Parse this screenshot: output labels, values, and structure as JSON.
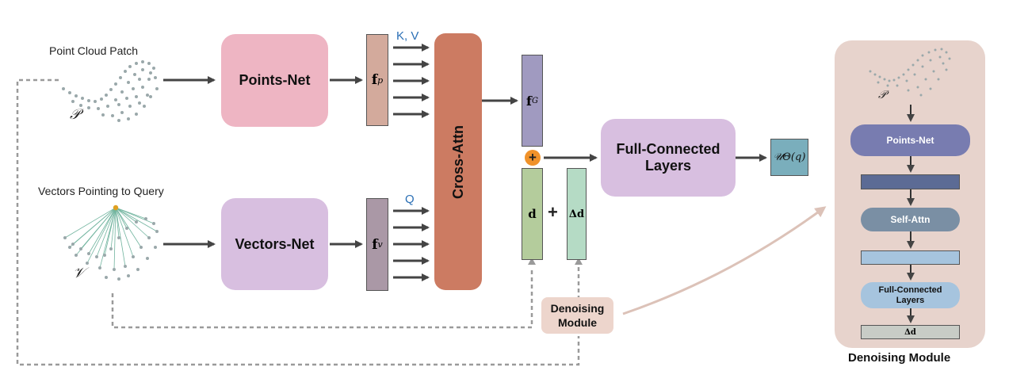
{
  "labels": {
    "point_cloud_patch": "Point Cloud Patch",
    "vectors_pointing": "Vectors Pointing to Query",
    "p_symbol": "𝒫",
    "v_symbol": "𝒱",
    "kv": "K, V",
    "q": "Q",
    "plus": "+"
  },
  "blocks": {
    "points_net": "Points-Net",
    "vectors_net": "Vectors-Net",
    "cross_attn": "Cross-Attn",
    "fc_layers_line1": "Full-Connected",
    "fc_layers_line2": "Layers",
    "denoising_line1": "Denoising",
    "denoising_line2": "Module"
  },
  "features": {
    "fp_main": "f",
    "fp_sub": "p",
    "fv_main": "f",
    "fv_sub": "v",
    "fg_main": "f",
    "fg_sub": "G",
    "d": "d",
    "delta_d": "Δd",
    "output": "𝒰Θ(q)"
  },
  "panel": {
    "title": "Denoising Module",
    "p_symbol": "𝒫",
    "points_net": "Points-Net",
    "self_attn": "Self-Attn",
    "fc_line1": "Full-Connected",
    "fc_line2": "Layers",
    "delta_d": "Δd"
  },
  "colors": {
    "points_net": "#eeb5c3",
    "vectors_net": "#d8bfe0",
    "cross_attn": "#cc7b62",
    "fc_layers": "#d8bfe0",
    "fp": "#d3aa9c",
    "fv": "#aa98a6",
    "fg": "#a09ac0",
    "d": "#b4cc9c",
    "delta_d": "#b5dbc5",
    "output": "#7aaebc",
    "denoise_box": "#edd5cc",
    "panel": "#e7d3cc",
    "plus_circle": "#f0922a",
    "qk_label": "#2a6fb5"
  }
}
